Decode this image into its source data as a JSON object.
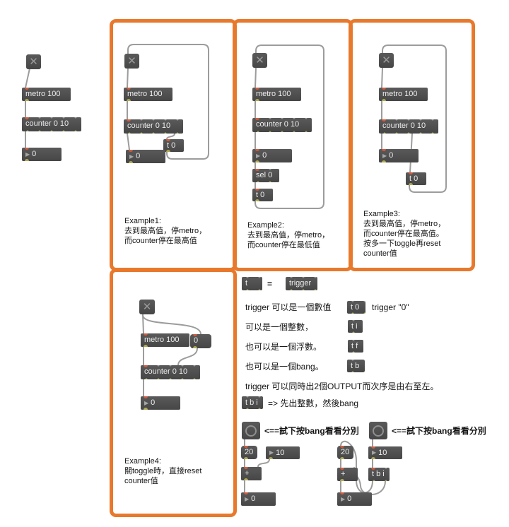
{
  "palette": {
    "accent_orange": "#e8792c",
    "box_bg": "#4d4d4d",
    "cord_gray": "#9c9c9c"
  },
  "labels": {
    "toggle_icon": "✕",
    "tri_icon": "▶",
    "metro": "metro 100",
    "counter": "counter 0 10",
    "sel": "sel 0",
    "t0": "t 0",
    "ti": "t i",
    "tf": "t f",
    "tb": "t b",
    "tbi": "t b i",
    "t": "t",
    "trigger": "trigger",
    "plus": "+",
    "equals": "="
  },
  "values": {
    "zero": "0",
    "ten": "10",
    "twenty": "20",
    "zero_msg": "0"
  },
  "examples": {
    "ex1": {
      "title": "Example1:",
      "lines": [
        "去到最高值，停metro，",
        "而counter停在最高值"
      ]
    },
    "ex2": {
      "title": "Example2:",
      "lines": [
        "去到最高值，停metro，",
        "而counter停在最低值"
      ]
    },
    "ex3": {
      "title": "Example3:",
      "lines": [
        "去到最高值，停metro，",
        "而counter停在最高值。",
        "按多一下toggle再reset",
        "counter值"
      ]
    },
    "ex4": {
      "title": "Example4:",
      "lines": [
        "關toggle時，直接reset",
        "counter值"
      ]
    }
  },
  "trigger_info": {
    "row1": "trigger 可以是一個數值",
    "row1_note": "trigger \"0\"",
    "row2": "可以是一個整數，",
    "row3": "也可以是一個浮數。",
    "row4": "也可以是一個bang。",
    "line_output": "trigger 可以同時出2個OUTPUT而次序是由右至左。",
    "tbi_note": "=> 先出整數，然後bang",
    "bang_hint": "<==試下按bang看看分別"
  }
}
